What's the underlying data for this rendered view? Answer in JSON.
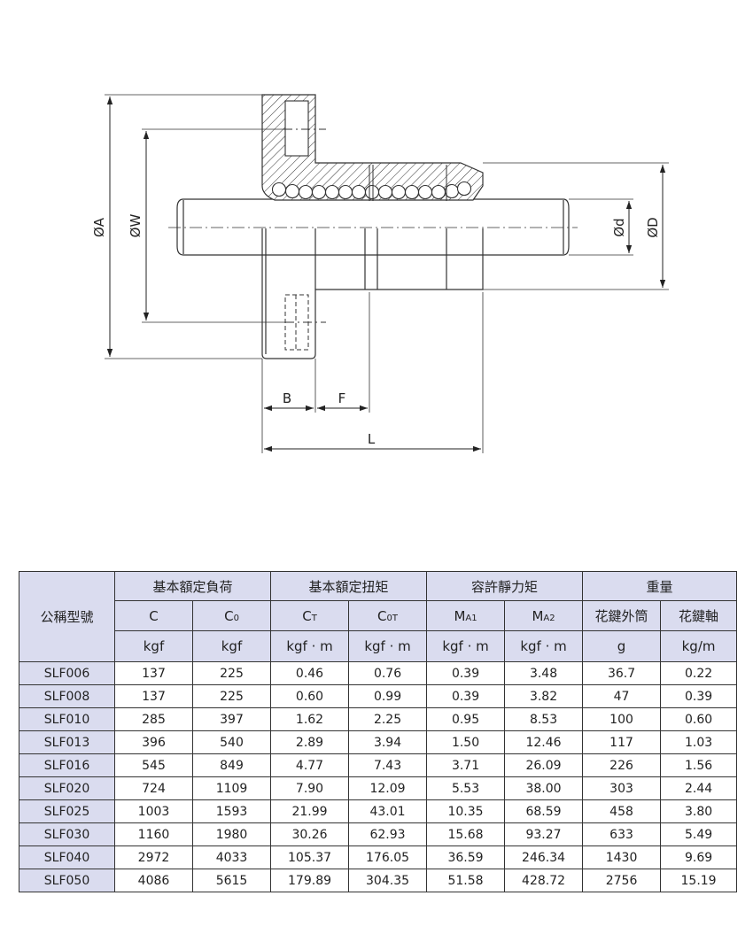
{
  "drawing": {
    "labels": {
      "phiA": "ØA",
      "phiW": "ØW",
      "phid": "Ød",
      "phiD": "ØD",
      "B": "B",
      "F": "F",
      "L": "L"
    }
  },
  "table": {
    "model_header": "公稱型號",
    "groups": {
      "load": "基本額定負荷",
      "torque": "基本額定扭矩",
      "moment": "容許靜力矩",
      "weight": "重量"
    },
    "symbols": {
      "C": {
        "main": "C",
        "sub": ""
      },
      "C0": {
        "main": "C",
        "sub": "0"
      },
      "CT": {
        "main": "C",
        "sub": "T"
      },
      "C0T": {
        "main": "C",
        "sub": "0T"
      },
      "MA1": {
        "main": "M",
        "sub": "A1"
      },
      "MA2": {
        "main": "M",
        "sub": "A2"
      },
      "nut": "花鍵外筒",
      "shaft": "花鍵軸"
    },
    "units": [
      "kgf",
      "kgf",
      "kgf · m",
      "kgf · m",
      "kgf · m",
      "kgf · m",
      "g",
      "kg/m"
    ],
    "rows": [
      {
        "model": "SLF006",
        "values": [
          "137",
          "225",
          "0.46",
          "0.76",
          "0.39",
          "3.48",
          "36.7",
          "0.22"
        ]
      },
      {
        "model": "SLF008",
        "values": [
          "137",
          "225",
          "0.60",
          "0.99",
          "0.39",
          "3.82",
          "47",
          "0.39"
        ]
      },
      {
        "model": "SLF010",
        "values": [
          "285",
          "397",
          "1.62",
          "2.25",
          "0.95",
          "8.53",
          "100",
          "0.60"
        ]
      },
      {
        "model": "SLF013",
        "values": [
          "396",
          "540",
          "2.89",
          "3.94",
          "1.50",
          "12.46",
          "117",
          "1.03"
        ]
      },
      {
        "model": "SLF016",
        "values": [
          "545",
          "849",
          "4.77",
          "7.43",
          "3.71",
          "26.09",
          "226",
          "1.56"
        ]
      },
      {
        "model": "SLF020",
        "values": [
          "724",
          "1109",
          "7.90",
          "12.09",
          "5.53",
          "38.00",
          "303",
          "2.44"
        ]
      },
      {
        "model": "SLF025",
        "values": [
          "1003",
          "1593",
          "21.99",
          "43.01",
          "10.35",
          "68.59",
          "458",
          "3.80"
        ]
      },
      {
        "model": "SLF030",
        "values": [
          "1160",
          "1980",
          "30.26",
          "62.93",
          "15.68",
          "93.27",
          "633",
          "5.49"
        ]
      },
      {
        "model": "SLF040",
        "values": [
          "2972",
          "4033",
          "105.37",
          "176.05",
          "36.59",
          "246.34",
          "1430",
          "9.69"
        ]
      },
      {
        "model": "SLF050",
        "values": [
          "4086",
          "5615",
          "179.89",
          "304.35",
          "51.58",
          "428.72",
          "2756",
          "15.19"
        ]
      }
    ]
  }
}
